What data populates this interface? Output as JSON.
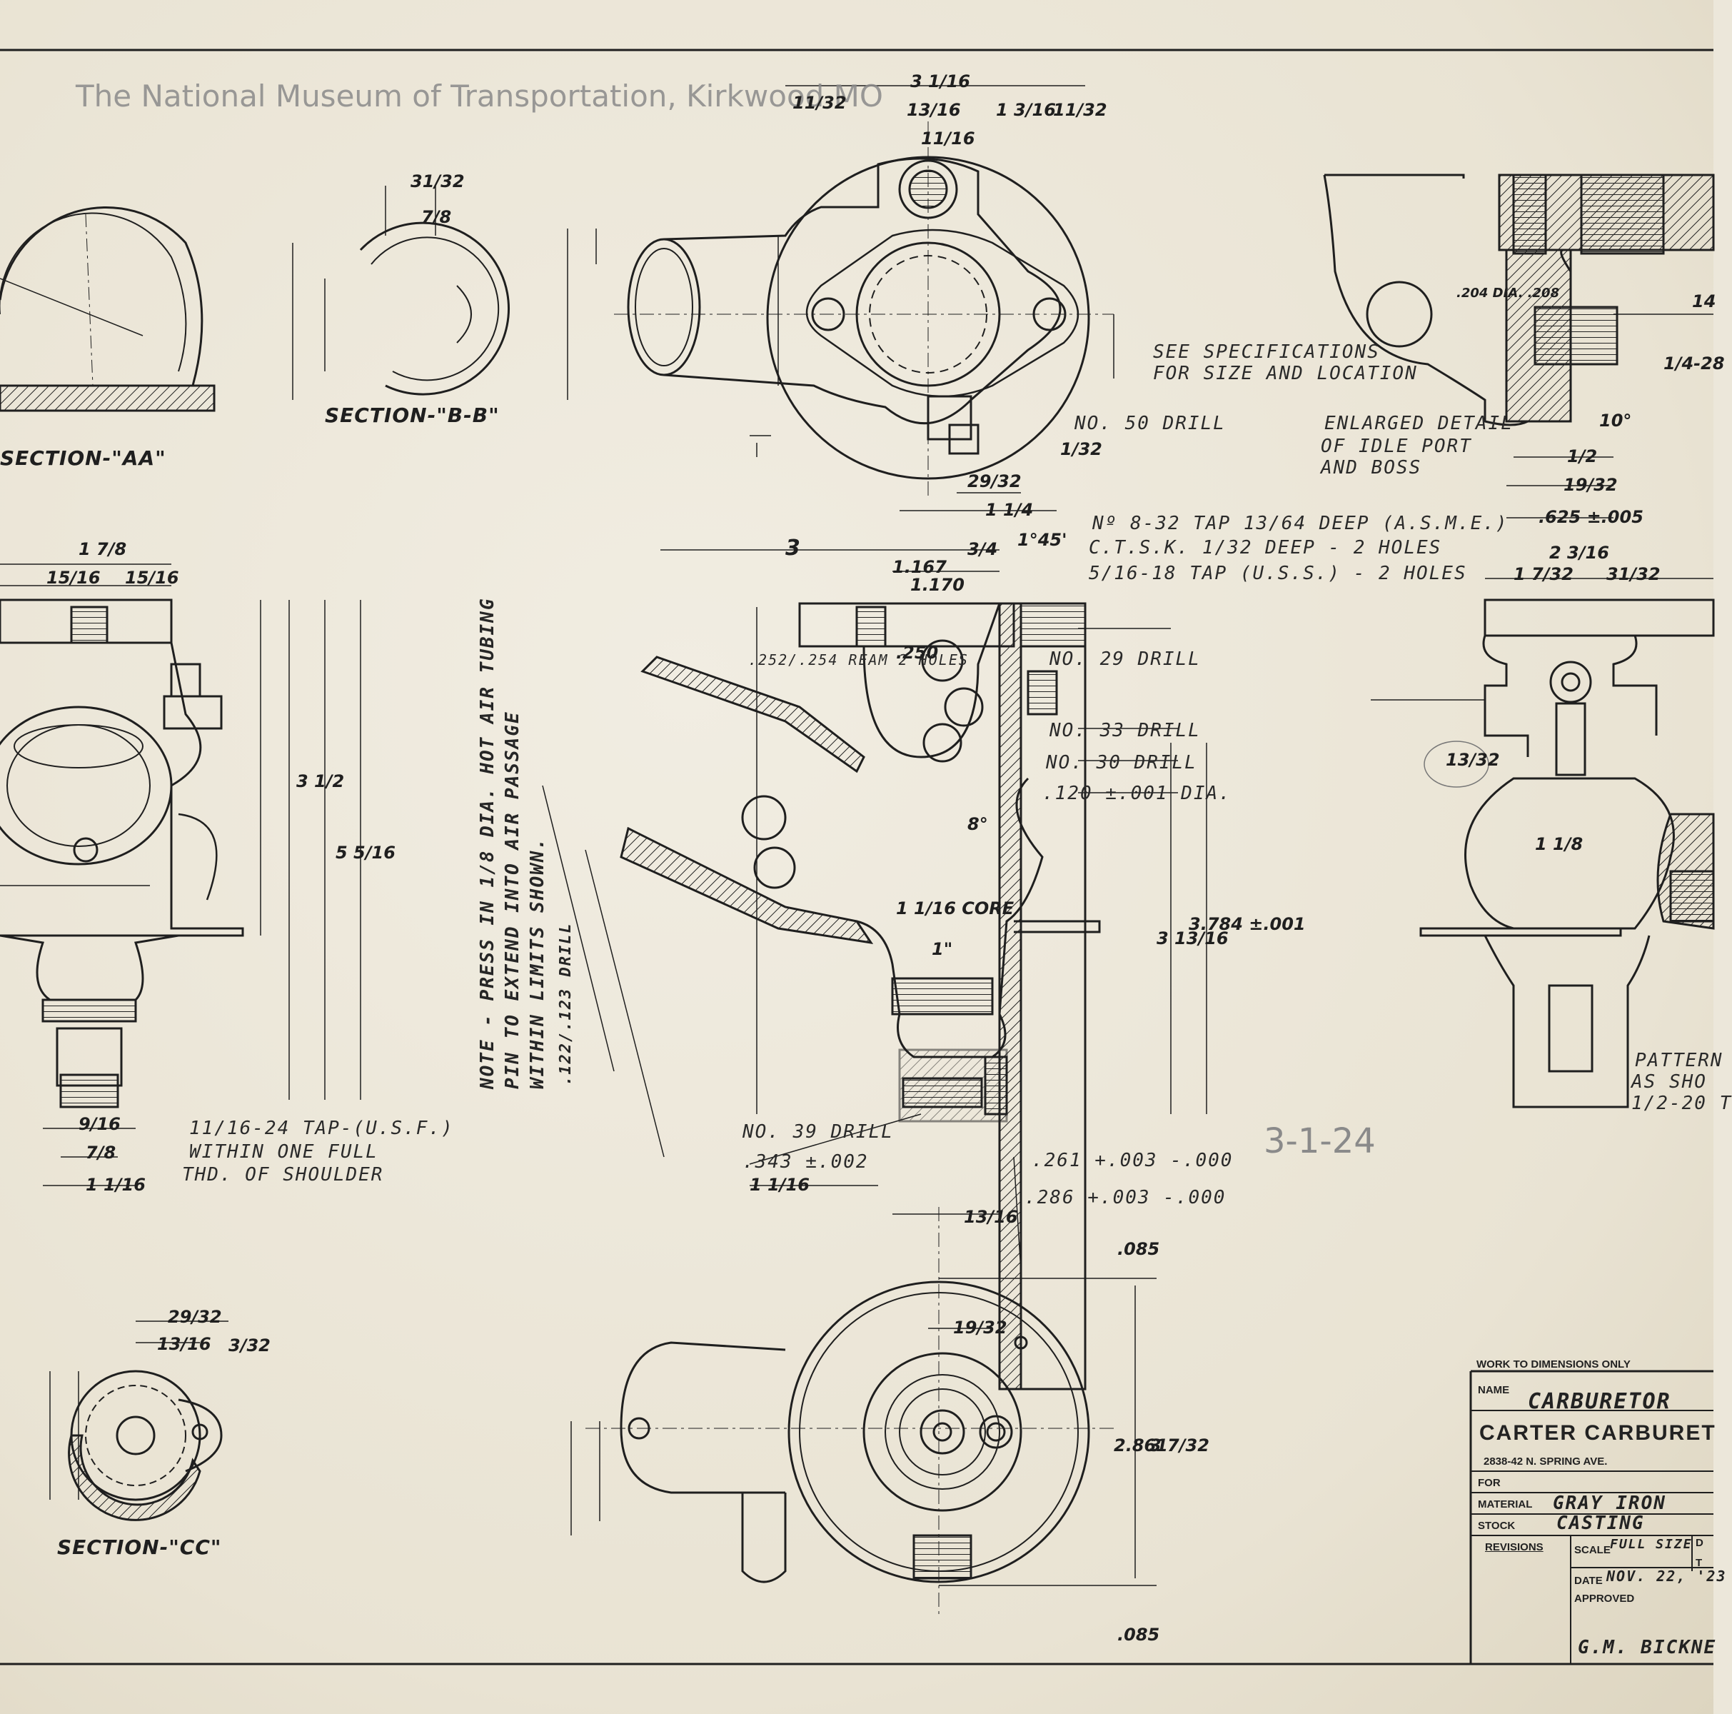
{
  "watermark": "The National Museum of Transportation, Kirkwood MO",
  "pencil_date": "3-1-24",
  "section_labels": {
    "aa": "SECTION-\"AA\"",
    "bb": "SECTION-\"B-B\"",
    "cc": "SECTION-\"CC\""
  },
  "notes": {
    "spec_line1": "SEE SPECIFICATIONS",
    "spec_line2": "FOR SIZE AND LOCATION",
    "detail_line1": "ENLARGED DETAIL",
    "detail_line2": "OF IDLE PORT",
    "detail_line3": "AND BOSS",
    "drill50": "NO. 50 DRILL",
    "tap832": "Nº 8-32 TAP 13/64 DEEP (A.S.M.E.)",
    "ctsk": "C.T.S.K. 1/32 DEEP - 2 HOLES",
    "tap518": "5/16-18 TAP (U.S.S.) - 2 HOLES",
    "drill29": "NO. 29 DRILL",
    "drill33": "NO. 33 DRILL",
    "drill30": "NO. 30 DRILL",
    "dia120": ".120 ±.001 DIA.",
    "drill39": "NO. 39 DRILL",
    "dim343": ".343 ±.002",
    "dim261": ".261 +.003 -.000",
    "dim286": ".286 +.003 -.000",
    "tap1124_1": "11/16-24 TAP-(U.S.F.)",
    "tap1124_2": "WITHIN ONE FULL",
    "tap1124_3": "THD. OF SHOULDER",
    "ream": ".252/.254 REAM 2 HOLES",
    "pattern1": "PATTERN",
    "pattern2": "AS SHO",
    "pattern3": "1/2-20 T",
    "vertical_note_1": "NOTE - PRESS IN 1/8 DIA. HOT AIR TUBING",
    "vertical_note_2": "PIN TO EXTEND INTO AIR PASSAGE",
    "vertical_note_3": "WITHIN LIMITS SHOWN.",
    "vertical_drill": ".122/.123 DRILL"
  },
  "dims": {
    "d3_16": "3 1/16",
    "d11_32a": "11/32",
    "d13_16": "13/16",
    "d1_3_16": "1 3/16",
    "d11_32b": "11/32",
    "d11_16": "11/16",
    "d31_32": "31/32",
    "d7_8": "7/8",
    "d1_7_8": "1 7/8",
    "d15_16a": "15/16",
    "d15_16b": "15/16",
    "d3": "3",
    "d3_4": "3/4",
    "d1167": "1.167",
    "d1170": "1.170",
    "d1_45": "1°45'",
    "d2_3_16": "2 3/16",
    "d1_7_32": "1 7/32",
    "d31_32b": "31/32",
    "d29_32": "29/32",
    "d1_1_4": "1 1/4",
    "d1_2": "1/2",
    "d19_32": "19/32",
    "d625": ".625 ±.005",
    "d204": ".204 DIA. .208",
    "d10deg": "10°",
    "d14": "14",
    "d1_4_28": "1/4-28",
    "d1_32": "1/32",
    "d3_1_2": "3 1/2",
    "d5_5_16": "5 5/16",
    "d3784": "3.784 ±.001",
    "d3_13_16": "3 13/16",
    "d2861": "2.861",
    "d3_7_32": "3 7/32",
    "d085a": ".085",
    "d085b": ".085",
    "d19_32b": "19/32",
    "d13_16b": "13/16",
    "d29_32b": "29/32",
    "d13_16c": "13/16",
    "d3_32": "3/32",
    "d1_1_16": "1 1/16",
    "d9_16": "9/16",
    "d7_8b": "7/8",
    "d1_1_16b": "1 1/16",
    "d1_core": "1 1/16 CORE",
    "d1in": "1\"",
    "d8deg": "8°",
    "d13_32": "13/32",
    "d1_8": "1 1/8",
    "d250": ".250"
  },
  "title_block": {
    "work_note": "WORK TO DIMENSIONS ONLY",
    "name_label": "NAME",
    "name_value": "CARBURETOR",
    "company": "CARTER CARBURET",
    "address": "2838-42 N. SPRING AVE.",
    "for_label": "FOR",
    "material_label": "MATERIAL",
    "material_value": "GRAY IRON",
    "stock_label": "STOCK",
    "stock_value": "CASTING",
    "revisions_label": "REVISIONS",
    "scale_label": "SCALE",
    "scale_value": "FULL SIZE",
    "date_label": "DATE",
    "date_value": "NOV. 22, '23",
    "approved_label": "APPROVED",
    "signature": "G.M. BICKNE",
    "col_d": "D",
    "col_t": "T"
  },
  "colors": {
    "ink": "#1f1f1f",
    "paper": "#ece7da",
    "watermark": "#8a8a8a"
  }
}
